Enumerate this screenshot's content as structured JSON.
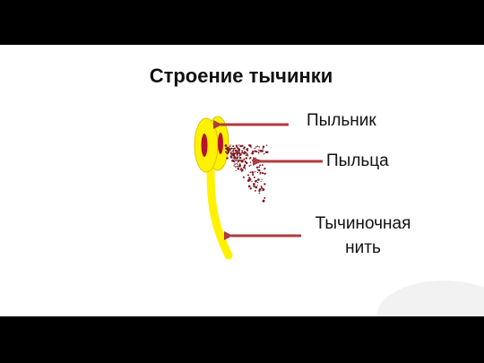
{
  "slide": {
    "title": "Строение тычинки"
  },
  "labels": {
    "anther": "Пыльник",
    "pollen": "Пыльца",
    "filament": "Тычиночная нить"
  },
  "colors": {
    "anther_fill": "#FFF200",
    "anther_core": "#B5122B",
    "pollen": "#7A1A22",
    "arrow": "#B03A3E",
    "filament": "#FFF200"
  }
}
